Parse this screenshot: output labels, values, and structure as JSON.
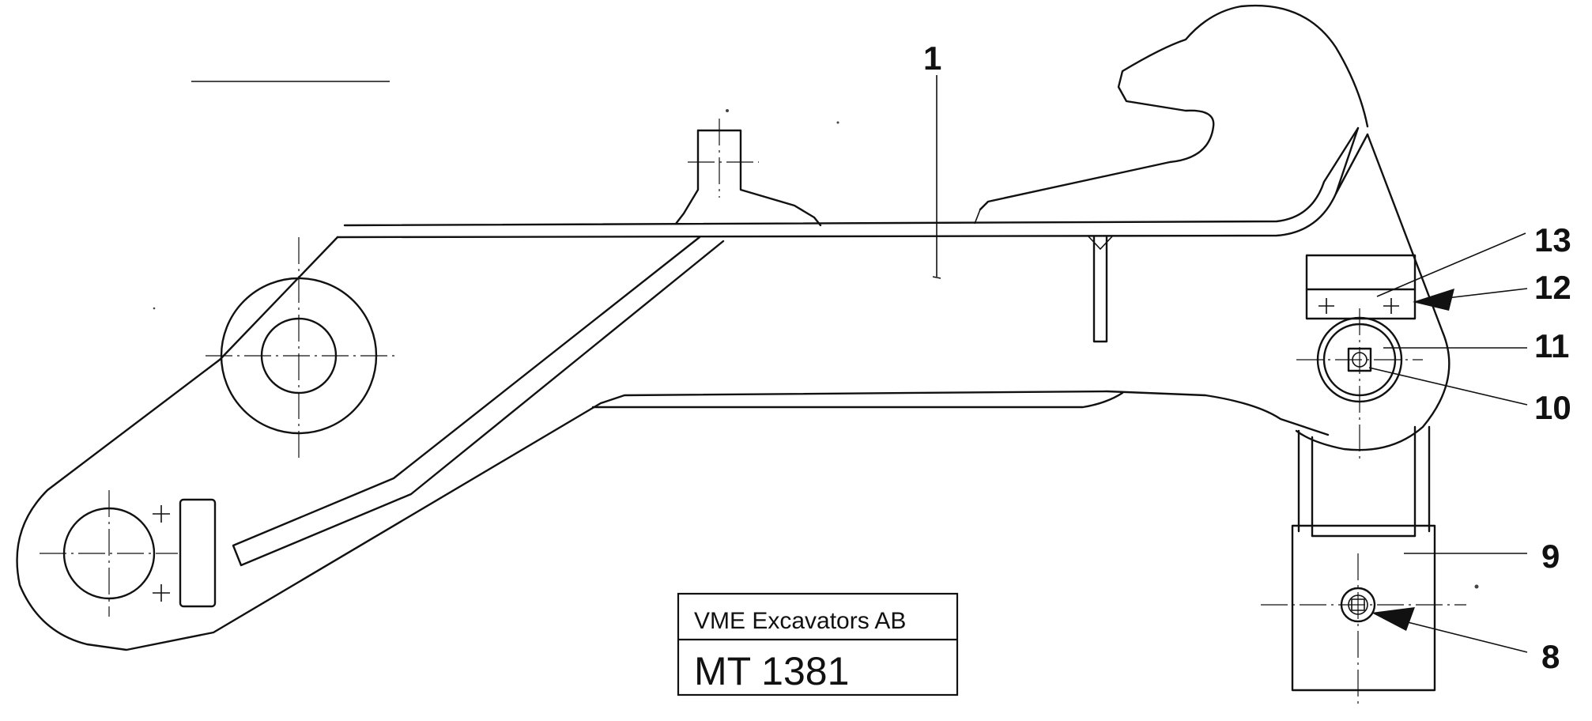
{
  "drawing": {
    "callouts": {
      "c1": "1",
      "c13": "13",
      "c12": "12",
      "c11": "11",
      "c10": "10",
      "c9": "9",
      "c8": "8"
    }
  },
  "title_block": {
    "company": "VME Excavators AB",
    "drawing_number": "MT 1381"
  }
}
